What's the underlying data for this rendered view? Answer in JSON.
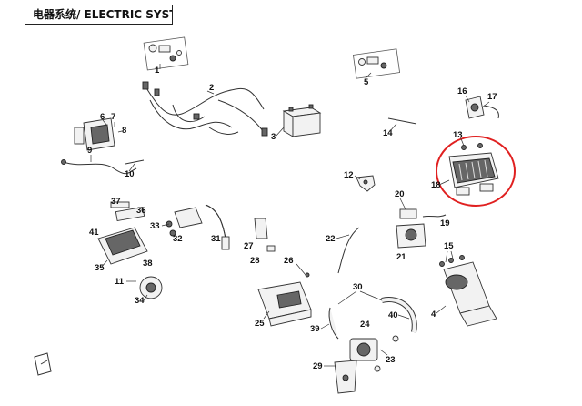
{
  "header": {
    "title": "电器系统/ ELECTRIC SYSTEM"
  },
  "callouts": [
    {
      "id": "c1",
      "text": "1"
    },
    {
      "id": "c2",
      "text": "2"
    },
    {
      "id": "c3",
      "text": "3"
    },
    {
      "id": "c4",
      "text": "4"
    },
    {
      "id": "c5",
      "text": "5"
    },
    {
      "id": "c6",
      "text": "6"
    },
    {
      "id": "c7",
      "text": "7"
    },
    {
      "id": "c8",
      "text": "8"
    },
    {
      "id": "c9",
      "text": "9"
    },
    {
      "id": "c10",
      "text": "10"
    },
    {
      "id": "c11",
      "text": "11"
    },
    {
      "id": "c12",
      "text": "12"
    },
    {
      "id": "c13",
      "text": "13"
    },
    {
      "id": "c14",
      "text": "14"
    },
    {
      "id": "c15",
      "text": "15"
    },
    {
      "id": "c16",
      "text": "16"
    },
    {
      "id": "c17",
      "text": "17"
    },
    {
      "id": "c18",
      "text": "18"
    },
    {
      "id": "c19",
      "text": "19"
    },
    {
      "id": "c20",
      "text": "20"
    },
    {
      "id": "c21",
      "text": "21"
    },
    {
      "id": "c22",
      "text": "22"
    },
    {
      "id": "c23",
      "text": "23"
    },
    {
      "id": "c24",
      "text": "24"
    },
    {
      "id": "c25",
      "text": "25"
    },
    {
      "id": "c26",
      "text": "26"
    },
    {
      "id": "c27",
      "text": "27"
    },
    {
      "id": "c28",
      "text": "28"
    },
    {
      "id": "c29",
      "text": "29"
    },
    {
      "id": "c30",
      "text": "30"
    },
    {
      "id": "c31",
      "text": "31"
    },
    {
      "id": "c32",
      "text": "32"
    },
    {
      "id": "c33",
      "text": "33"
    },
    {
      "id": "c34",
      "text": "34"
    },
    {
      "id": "c35",
      "text": "35"
    },
    {
      "id": "c36",
      "text": "36"
    },
    {
      "id": "c37",
      "text": "37"
    },
    {
      "id": "c38",
      "text": "38"
    },
    {
      "id": "c39",
      "text": "39"
    },
    {
      "id": "c40",
      "text": "40"
    },
    {
      "id": "c41",
      "text": "41"
    }
  ],
  "highlight": {
    "color": "#e02020",
    "target": "18"
  },
  "colors": {
    "line": "#333333",
    "fill": "#f2f2f2"
  }
}
